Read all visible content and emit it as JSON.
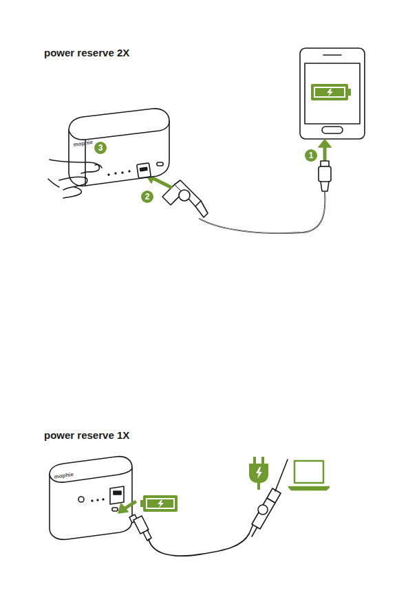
{
  "diagram": {
    "labels": [
      "power reserve 2X",
      "3",
      "1",
      "2",
      "mophie",
      "power reserve 1X",
      "mophie"
    ]
  }
}
